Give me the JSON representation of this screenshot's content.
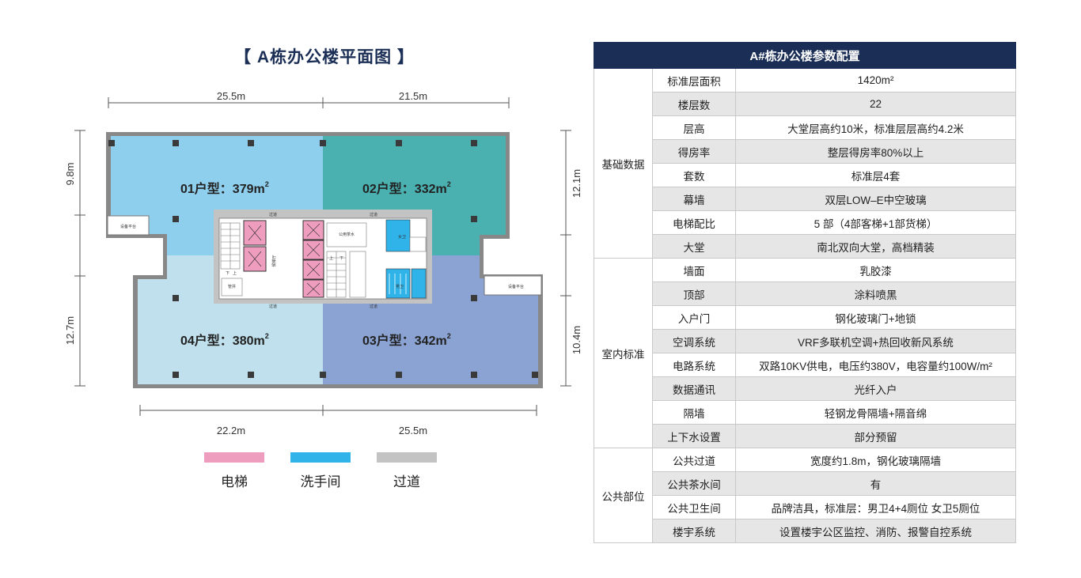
{
  "plan": {
    "title": "【 A栋办公楼平面图 】",
    "dims": {
      "top_left": "25.5m",
      "top_right": "21.5m",
      "bottom_left": "22.2m",
      "bottom_right": "25.5m",
      "left_top": "9.8m",
      "left_bottom": "12.7m",
      "right_top": "12.1m",
      "right_bottom": "10.4m"
    },
    "units": [
      {
        "prefix": "01户型：379m",
        "sup": "2"
      },
      {
        "prefix": "02户型：332m",
        "sup": "2"
      },
      {
        "prefix": "03户型：342m",
        "sup": "2"
      },
      {
        "prefix": "04户型：380m",
        "sup": "2"
      }
    ],
    "core_labels": {
      "corridor_top_left": "过道",
      "corridor_top_right": "过道",
      "corridor_bottom_left": "过道",
      "corridor_bottom_right": "过道",
      "equipment_left": "设备平台",
      "equipment_right": "设备平台",
      "lobby": "候梯厅",
      "pantry": "公用茶水",
      "restroom_m": "男卫",
      "restroom_f": "女卫",
      "shaft": "管井",
      "up": "上",
      "down": "下"
    },
    "colors": {
      "unit01": "#8fcfee",
      "unit02": "#4bb0b0",
      "unit03": "#8aa3d2",
      "unit04": "#bfe0ec",
      "elevator": "#ef9dbf",
      "washroom": "#2fb3e8",
      "corridor": "#c3c3c3"
    }
  },
  "legend": [
    {
      "label": "电梯",
      "color": "#ef9dbf"
    },
    {
      "label": "洗手间",
      "color": "#2fb3e8"
    },
    {
      "label": "过道",
      "color": "#c3c3c3"
    }
  ],
  "table": {
    "title": "A#栋办公楼参数配置",
    "groups": [
      {
        "name": "基础数据",
        "rows": [
          {
            "key": "标准层面积",
            "value": "1420m²"
          },
          {
            "key": "楼层数",
            "value": "22"
          },
          {
            "key": "层高",
            "value": "大堂层高约10米，标准层层高约4.2米"
          },
          {
            "key": "得房率",
            "value": "整层得房率80%以上"
          },
          {
            "key": "套数",
            "value": "标准层4套"
          },
          {
            "key": "幕墙",
            "value": "双层LOW–E中空玻璃"
          },
          {
            "key": "电梯配比",
            "value": "5 部（4部客梯+1部货梯）"
          },
          {
            "key": "大堂",
            "value": "南北双向大堂，高档精装"
          }
        ]
      },
      {
        "name": "室内标准",
        "rows": [
          {
            "key": "墙面",
            "value": "乳胶漆"
          },
          {
            "key": "顶部",
            "value": "涂料喷黑"
          },
          {
            "key": "入户门",
            "value": "钢化玻璃门+地锁"
          },
          {
            "key": "空调系统",
            "value": "VRF多联机空调+热回收新风系统"
          },
          {
            "key": "电路系统",
            "value": "双路10KV供电，电压约380V，电容量约100W/m²"
          },
          {
            "key": "数据通讯",
            "value": "光纤入户"
          },
          {
            "key": "隔墙",
            "value": "轻钢龙骨隔墙+隔音绵"
          },
          {
            "key": "上下水设置",
            "value": "部分预留"
          }
        ]
      },
      {
        "name": "公共部位",
        "rows": [
          {
            "key": "公共过道",
            "value": "宽度约1.8m，钢化玻璃隔墙"
          },
          {
            "key": "公共茶水间",
            "value": "有"
          },
          {
            "key": "公共卫生间",
            "value": "品牌洁具，标准层：男卫4+4厕位  女卫5厕位"
          },
          {
            "key": "楼宇系统",
            "value": "设置楼宇公区监控、消防、报警自控系统"
          }
        ]
      }
    ]
  }
}
